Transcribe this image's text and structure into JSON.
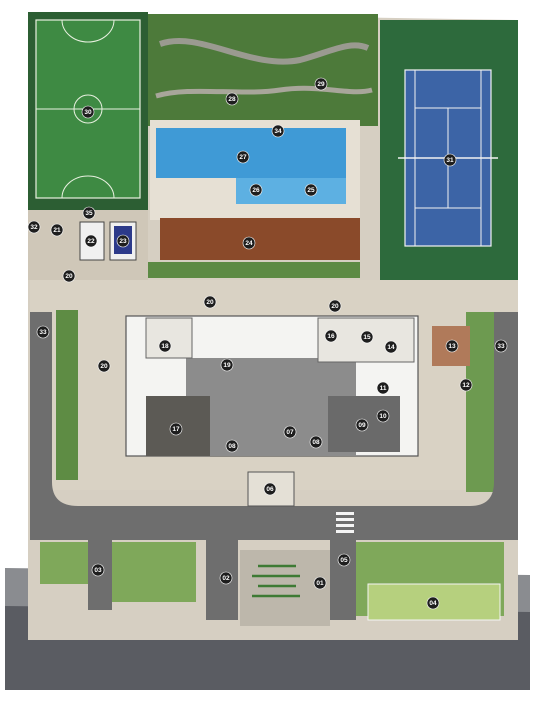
{
  "colors": {
    "grass_dark": "#2f6a36",
    "grass_light": "#7fa85a",
    "paving": "#d9d2c4",
    "road": "#6e6e6e",
    "water": "#3f9ad6",
    "court_blue": "#3c64a6",
    "deck_wood": "#8a4a2a",
    "building_floor": "#cfcfcf",
    "marker": "#1e1e1e"
  },
  "markers": [
    "01",
    "02",
    "03",
    "04",
    "05",
    "06",
    "07",
    "08",
    "09",
    "10",
    "11",
    "12",
    "13",
    "14",
    "15",
    "16",
    "17",
    "18",
    "19",
    "20",
    "21",
    "22",
    "23",
    "24",
    "25",
    "26",
    "27",
    "28",
    "29",
    "30",
    "31",
    "32",
    "33",
    "34",
    "35"
  ]
}
